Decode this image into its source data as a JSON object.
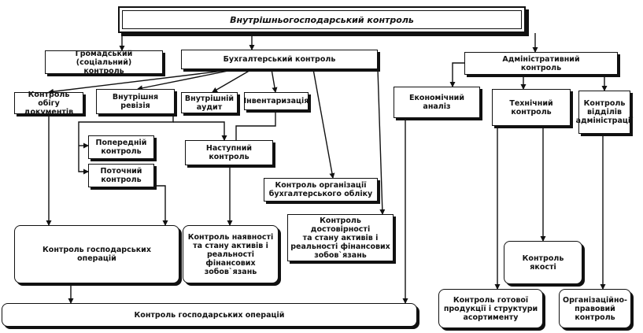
{
  "title": "Внутрішньогосподарський контроль",
  "nodes": {
    "civil": "Громадський (соціальний)\nконтроль",
    "accounting": "Бухгалтерський контроль",
    "admin": "Адміністративний\nконтроль",
    "doc_flow": "Контроль обігу\nдокументів",
    "internal_revision": "Внутрішня\nревізія",
    "internal_audit": "Внутрішній\nаудит",
    "inventory": "Інвентаризація",
    "preliminary": "Попередній\nконтроль",
    "current": "Поточний\nконтроль",
    "subsequent": "Наступний\nконтроль",
    "org_accounting": "Контроль організації\nбухгалтерського обліку",
    "reliability": "Контроль достовірності\nта стану активів і\nреальності фінансових\nзобов`язань",
    "availability": "Контроль наявності\nта стану активів і\nреальності\nфінансових\nзобов`язань",
    "economic_analysis": "Економічний\nаналіз",
    "technical": "Технічний\nконтроль",
    "dept_control": "Контроль\nвідділів\nадміністрації",
    "business_ops": "Контроль господарських\nоперацій",
    "quality": "Контроль\nякості",
    "finished_goods": "Контроль готової\nпродукції і структури\nасортименту",
    "org_legal": "Організаційно-\nправовий\nконтроль",
    "bottom_ops": "Контроль господарських операцій"
  }
}
